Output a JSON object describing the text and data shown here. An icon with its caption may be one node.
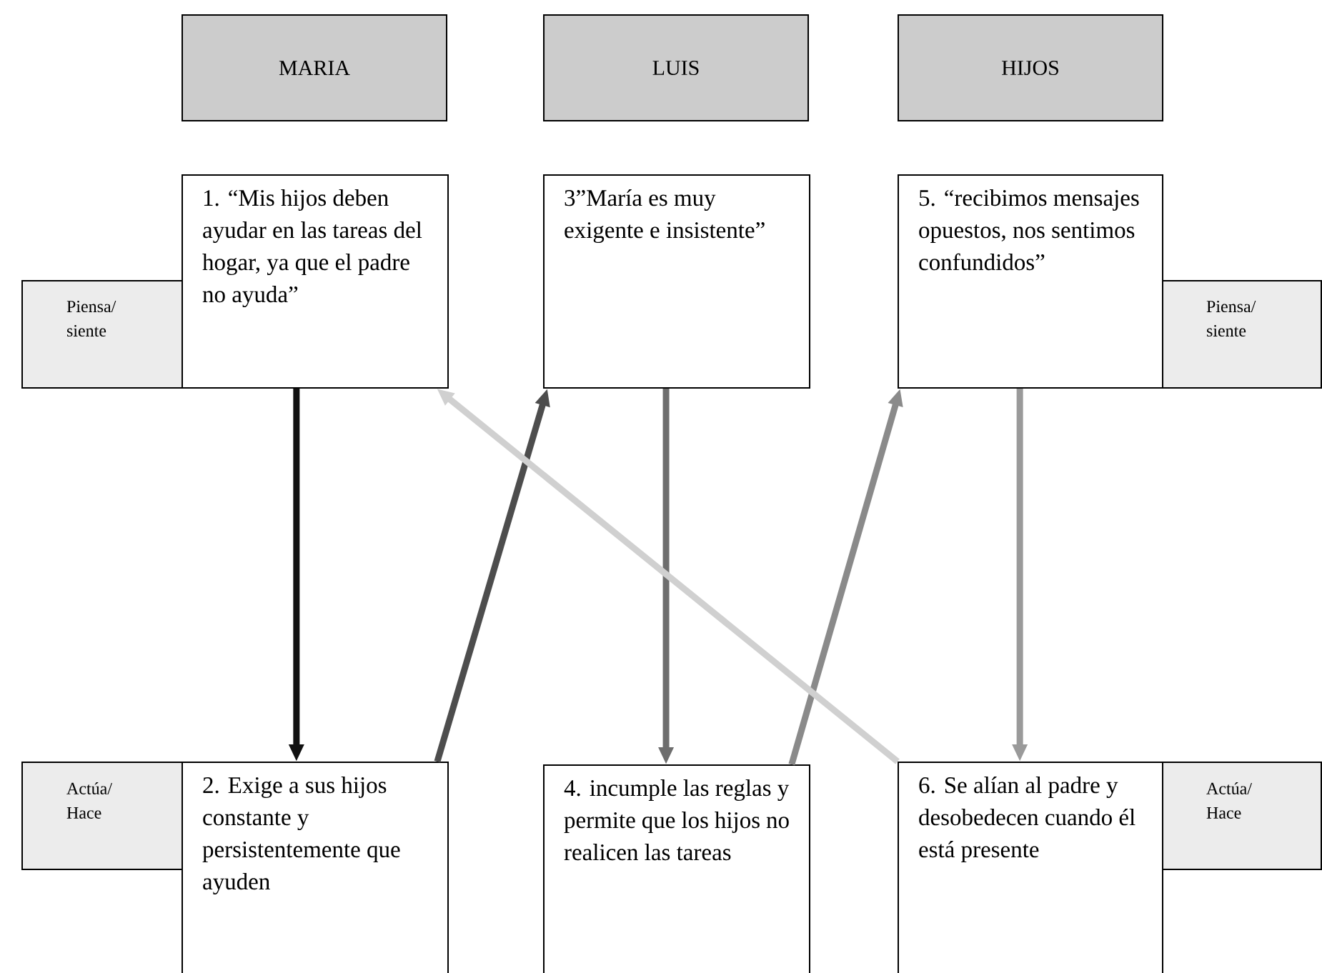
{
  "diagram": {
    "nodes": [
      {
        "text": [
          "MARIA"
        ]
      },
      {
        "text": [
          "LUIS"
        ]
      },
      {
        "text": [
          "HIJOS"
        ]
      },
      {
        "text": [
          "Piensa/ siente"
        ]
      },
      {
        "text": [
          "1. “Mis hijos deben ayudar en las tareas del hogar, ya que el padre no ayuda”"
        ]
      },
      {
        "text": [
          "3”María es muy exigente e insistente”"
        ]
      },
      {
        "text": [
          "5. “recibimos mensajes opuestos, nos sentimos confundidos”"
        ]
      },
      {
        "text": [
          "Piensa/ siente"
        ]
      },
      {
        "text": [
          "Actúa/ Hace"
        ]
      },
      {
        "text": [
          "2. Exige a sus hijos constante y persistentemente que ayuden"
        ]
      },
      {
        "text": [
          "4. incumple las reglas y permite que los hijos no realicen las tareas"
        ]
      },
      {
        "text": [
          "6. Se alían al padre y desobedecen cuando él está presente"
        ]
      },
      {
        "text": [
          "Actúa/ Hace"
        ]
      }
    ],
    "edges": [
      {
        "from": 4,
        "to": 9,
        "arrow": "to",
        "color": "#111111"
      },
      {
        "from": 9,
        "to": 5,
        "arrow": "to",
        "color": "#4d4d4d"
      },
      {
        "from": 5,
        "to": 10,
        "arrow": "to",
        "color": "#6e6e6e"
      },
      {
        "from": 10,
        "to": 6,
        "arrow": "to",
        "color": "#8a8a8a"
      },
      {
        "from": 6,
        "to": 11,
        "arrow": "to",
        "color": "#9a9a9a"
      },
      {
        "from": 11,
        "to": 4,
        "arrow": "to",
        "color": "#d0d0d0"
      }
    ]
  }
}
